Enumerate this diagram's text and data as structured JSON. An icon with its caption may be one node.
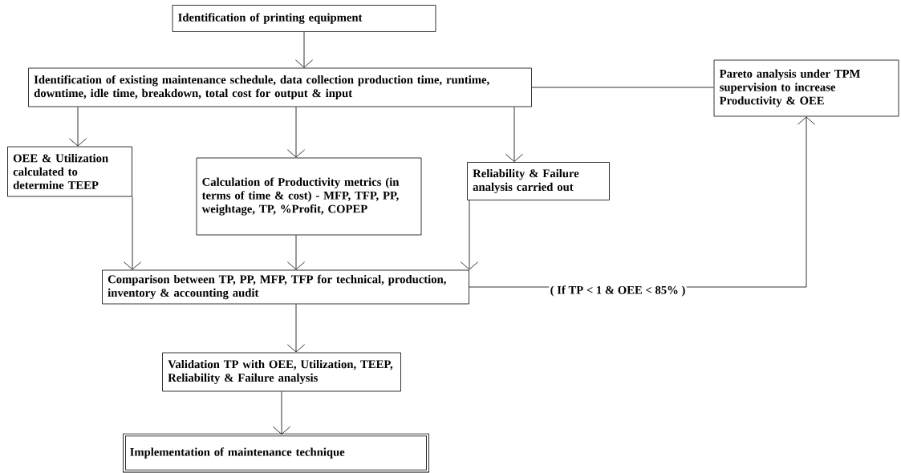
{
  "diagram": {
    "nodes": [
      {
        "text": [
          "Identification of printing equipment"
        ]
      },
      {
        "text": [
          "Identification of existing maintenance schedule, data collection production time, runtime, downtime, idle time, breakdown, total cost for output & input"
        ]
      },
      {
        "text": [
          "OEE & Utilization calculated to determine TEEP"
        ]
      },
      {
        "text": [
          "Calculation of Productivity metrics (in terms of time & cost) - MFP, TFP, PP, weightage, TP, %Profit, COPEP"
        ]
      },
      {
        "text": [
          "Reliability & Failure analysis carried out"
        ]
      },
      {
        "text": [
          "Comparison between TP, PP, MFP, TFP for technical, production, inventory & accounting audit"
        ]
      },
      {
        "text": [
          "Validation TP with OEE, Utilization, TEEP, Reliability & Failure analysis"
        ]
      },
      {
        "text": [
          "Implementation of maintenance technique"
        ]
      },
      {
        "text": [
          "Pareto analysis under TPM supervision to increase Productivity & OEE"
        ]
      }
    ],
    "edges": [
      {
        "from": 0,
        "to": 1,
        "arrow": "to"
      },
      {
        "from": 1,
        "to": 2,
        "arrow": "to"
      },
      {
        "from": 1,
        "to": 3,
        "arrow": "to"
      },
      {
        "from": 1,
        "to": 4,
        "arrow": "to"
      },
      {
        "from": 1,
        "to": 8,
        "arrow": "none"
      },
      {
        "from": 2,
        "to": 5,
        "arrow": "to"
      },
      {
        "from": 3,
        "to": 5,
        "arrow": "to"
      },
      {
        "from": 4,
        "to": 5,
        "arrow": "to"
      },
      {
        "from": 5,
        "to": 8,
        "arrow": "to",
        "label": "( If TP < 1 & OEE < 85% )"
      },
      {
        "from": 5,
        "to": 6,
        "arrow": "to"
      },
      {
        "from": 6,
        "to": 7,
        "arrow": "to"
      }
    ]
  }
}
